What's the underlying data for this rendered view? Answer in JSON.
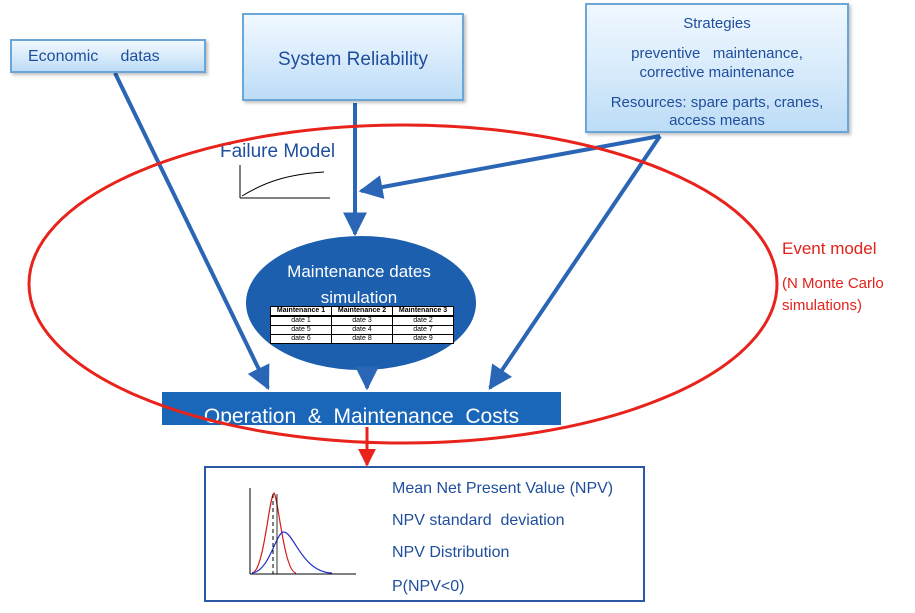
{
  "economic_label": "Economic     datas",
  "reliability_label": "System Reliability",
  "strategies": {
    "title": "Strategies",
    "line1": "preventive   maintenance,",
    "line2": "corrective maintenance",
    "line3": "Resources: spare parts, cranes,",
    "line4": "access means"
  },
  "failure_model": "Failure Model",
  "simulation": {
    "line1": "Maintenance dates",
    "line2": "simulation",
    "table_headers": [
      "Maintenance 1",
      "Maintenance 2",
      "Maintenance 3"
    ],
    "table_rows": [
      [
        "date 1",
        "date 3",
        "date 2"
      ],
      [
        "date 5",
        "date 4",
        "date 7"
      ],
      [
        "date 6",
        "date 8",
        "date 9"
      ]
    ]
  },
  "event_model": {
    "title": "Event model",
    "line1": "(N Monte Carlo",
    "line2": "simulations)"
  },
  "om_costs": "Operation  &  Maintenance  Costs",
  "results": [
    "Mean Net Present Value (NPV)",
    "NPV standard  deviation",
    "NPV Distribution",
    "P(NPV<0)"
  ],
  "colors": {
    "box_text": "#1f4e9c",
    "arrow": "#2a66b5",
    "ellipse": "#e8231b",
    "sim_fill": "#1b5fae",
    "om_fill": "#1a66b8"
  }
}
